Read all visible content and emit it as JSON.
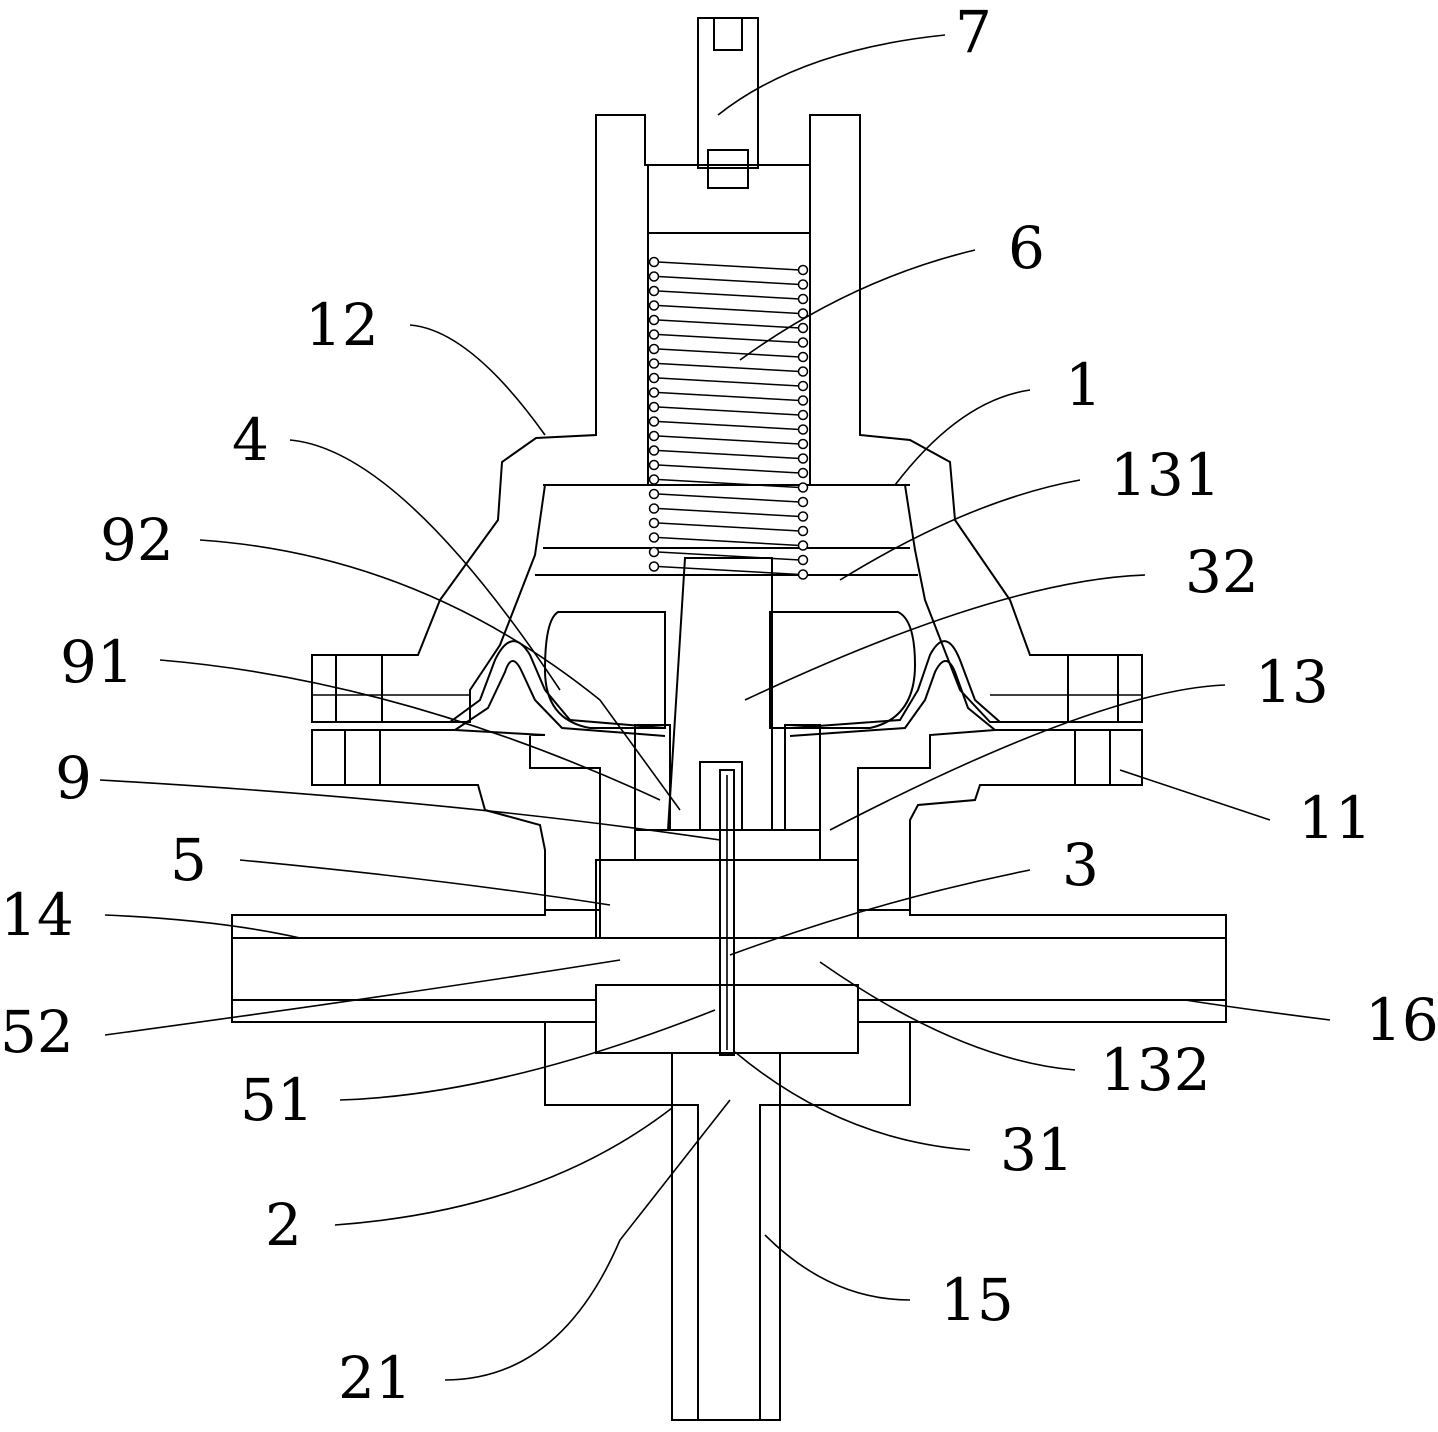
{
  "labels": {
    "l7": "7",
    "l6": "6",
    "l12": "12",
    "l1": "1",
    "l4": "4",
    "l131": "131",
    "l92": "92",
    "l32": "32",
    "l91": "91",
    "l13": "13",
    "l9": "9",
    "l11": "11",
    "l5": "5",
    "l3": "3",
    "l14": "14",
    "l16": "16",
    "l52": "52",
    "l132": "132",
    "l51": "51",
    "l31": "31",
    "l2": "2",
    "l15": "15",
    "l21": "21"
  }
}
